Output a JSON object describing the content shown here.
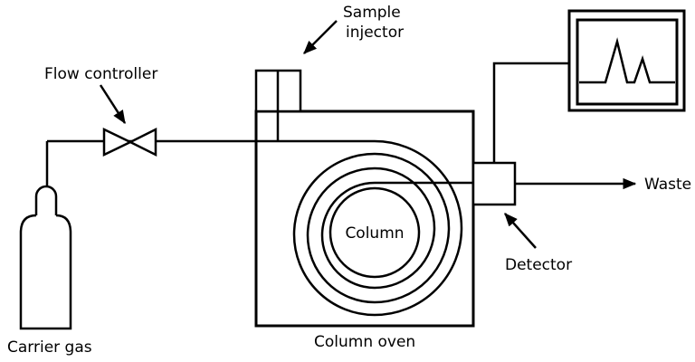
{
  "diagram": {
    "labels": {
      "flow_controller": "Flow controller",
      "carrier_gas": "Carrier gas",
      "sample_injector_line1": "Sample",
      "sample_injector_line2": "injector",
      "column": "Column",
      "column_oven": "Column oven",
      "detector": "Detector",
      "waste": "Waste"
    },
    "colors": {
      "stroke": "#000000",
      "background": "#ffffff"
    }
  }
}
